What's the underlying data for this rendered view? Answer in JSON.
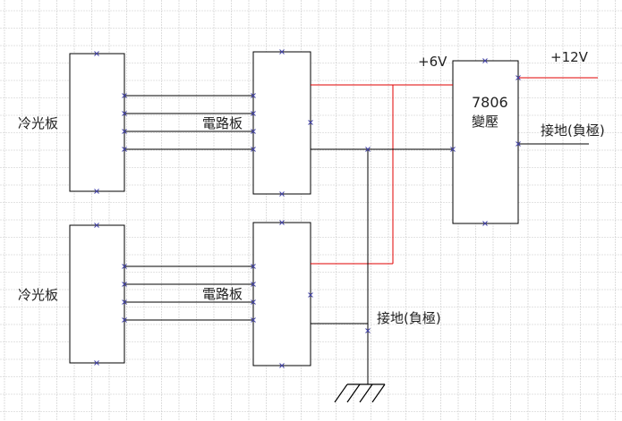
{
  "labels": {
    "cold_plate_top": "冷光板",
    "cold_plate_bottom": "冷光板",
    "circuit_board_top": "電路板",
    "circuit_board_bottom": "電路板",
    "plus6v": "+6V",
    "plus12v": "+12V",
    "regulator_model": "7806",
    "regulator_desc": "變壓",
    "ground_right": "接地(負極)",
    "ground_bottom": "接地(負極)"
  },
  "colors": {
    "grid": "#c8c8c8",
    "positive_wire": "#e00000",
    "wire": "#000000",
    "junction_mark": "#4444aa"
  }
}
